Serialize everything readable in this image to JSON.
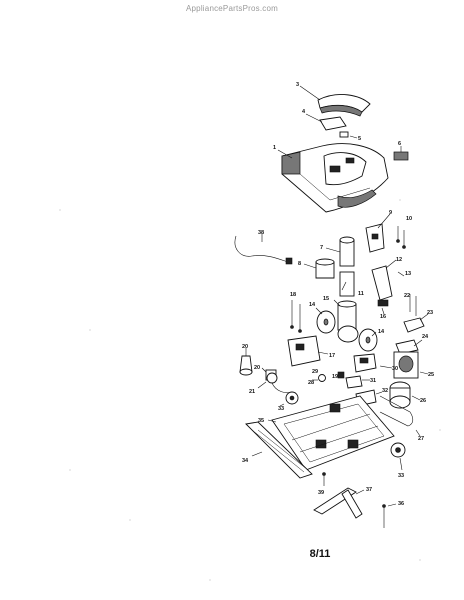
{
  "watermark": "AppliancePartsPros.com",
  "page_number": "8/11",
  "callouts": [
    "1",
    "3",
    "4",
    "5",
    "6",
    "7",
    "8",
    "9",
    "10",
    "11",
    "12",
    "13",
    "14",
    "14",
    "15",
    "16",
    "17",
    "18",
    "19",
    "20",
    "20",
    "21",
    "22",
    "23",
    "24",
    "25",
    "26",
    "27",
    "28",
    "29",
    "30",
    "31",
    "32",
    "33",
    "33",
    "34",
    "35",
    "36",
    "37",
    "38",
    "39"
  ]
}
